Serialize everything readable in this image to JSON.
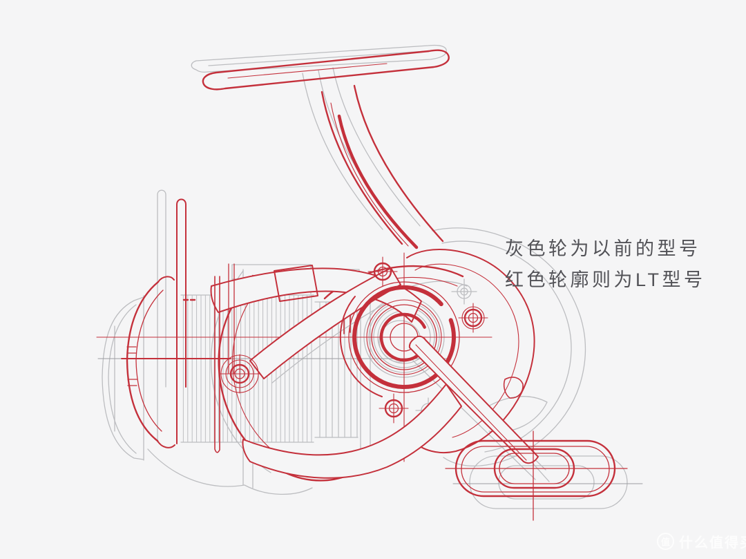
{
  "annotation": {
    "line1": "灰色轮为以前的型号",
    "line2": "红色轮廓则为LT型号"
  },
  "watermark": {
    "badge": "值",
    "text": "什么值得买"
  },
  "colors": {
    "background": "#f5f5f6",
    "red-line": "#c4303b",
    "gray-line": "#bcbdc0",
    "gray-dark": "#9b9ca0",
    "text-color": "#525257",
    "watermark-color": "#fdfdfd"
  }
}
